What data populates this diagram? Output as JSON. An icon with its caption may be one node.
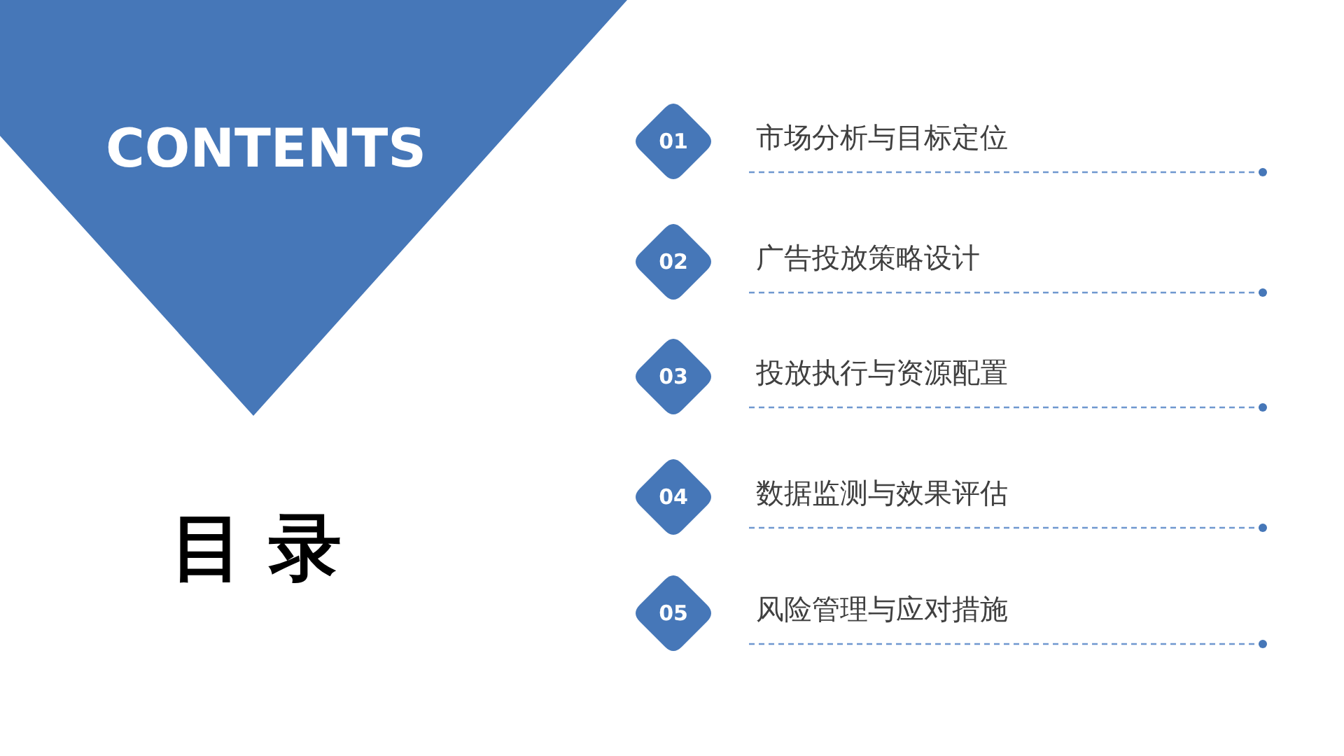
{
  "diagram": {
    "title": "目 录",
    "nodes": [
      {
        "text": [
          "CONTENTS"
        ]
      },
      {
        "text": [
          "01"
        ],
        "beside": [
          "市场分析与目标定位"
        ]
      },
      {
        "text": [
          "02"
        ],
        "beside": [
          "广告投放策略设计"
        ]
      },
      {
        "text": [
          "03"
        ],
        "beside": [
          "投放执行与资源配置"
        ]
      },
      {
        "text": [
          "04"
        ],
        "beside": [
          "数据监测与效果评估"
        ]
      },
      {
        "text": [
          "05"
        ],
        "beside": [
          "风险管理与应对措施"
        ]
      }
    ],
    "edges": []
  }
}
